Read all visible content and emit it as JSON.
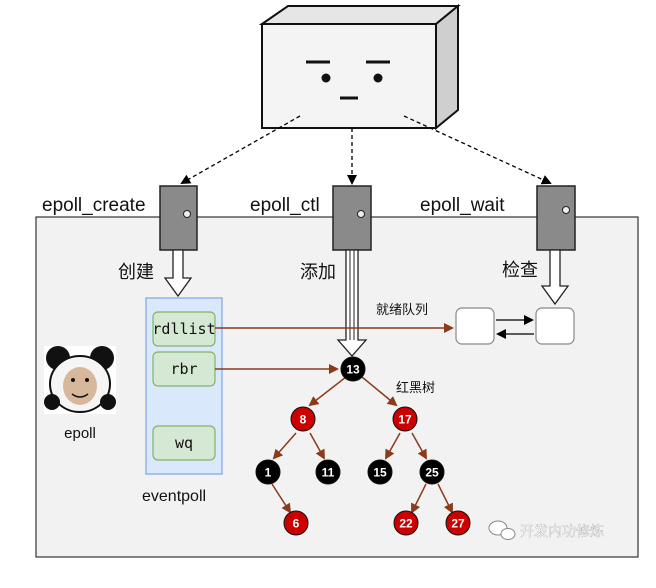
{
  "syscalls": {
    "create": "epoll_create",
    "ctl": "epoll_ctl",
    "wait": "epoll_wait"
  },
  "actions": {
    "create": "创建",
    "add": "添加",
    "check": "检查"
  },
  "eventpoll": {
    "title": "eventpoll",
    "rdllist": "rdllist",
    "rbr": "rbr",
    "wq": "wq"
  },
  "ready_queue_label": "就绪队列",
  "rbtree_label": "红黑树",
  "epoll_label": "epoll",
  "watermark": "开发内功修炼",
  "tree_nodes": [
    {
      "key": "n13",
      "value": "13",
      "color": "black"
    },
    {
      "key": "n8",
      "value": "8",
      "color": "red"
    },
    {
      "key": "n17",
      "value": "17",
      "color": "red"
    },
    {
      "key": "n1",
      "value": "1",
      "color": "black"
    },
    {
      "key": "n11",
      "value": "11",
      "color": "black"
    },
    {
      "key": "n15",
      "value": "15",
      "color": "black"
    },
    {
      "key": "n25",
      "value": "25",
      "color": "black"
    },
    {
      "key": "n6",
      "value": "6",
      "color": "red"
    },
    {
      "key": "n22",
      "value": "22",
      "color": "red"
    },
    {
      "key": "n27",
      "value": "27",
      "color": "red"
    }
  ],
  "colors": {
    "panel_bg": "#f2f2f2",
    "eventpoll_bg": "#dae8fc",
    "eventpoll_border": "#7ea6e0",
    "field_bg": "#d5e8d4",
    "field_border": "#82b366",
    "arrow_brown": "#8b3a1a",
    "node_red": "#cc0000",
    "node_black": "#000000"
  }
}
